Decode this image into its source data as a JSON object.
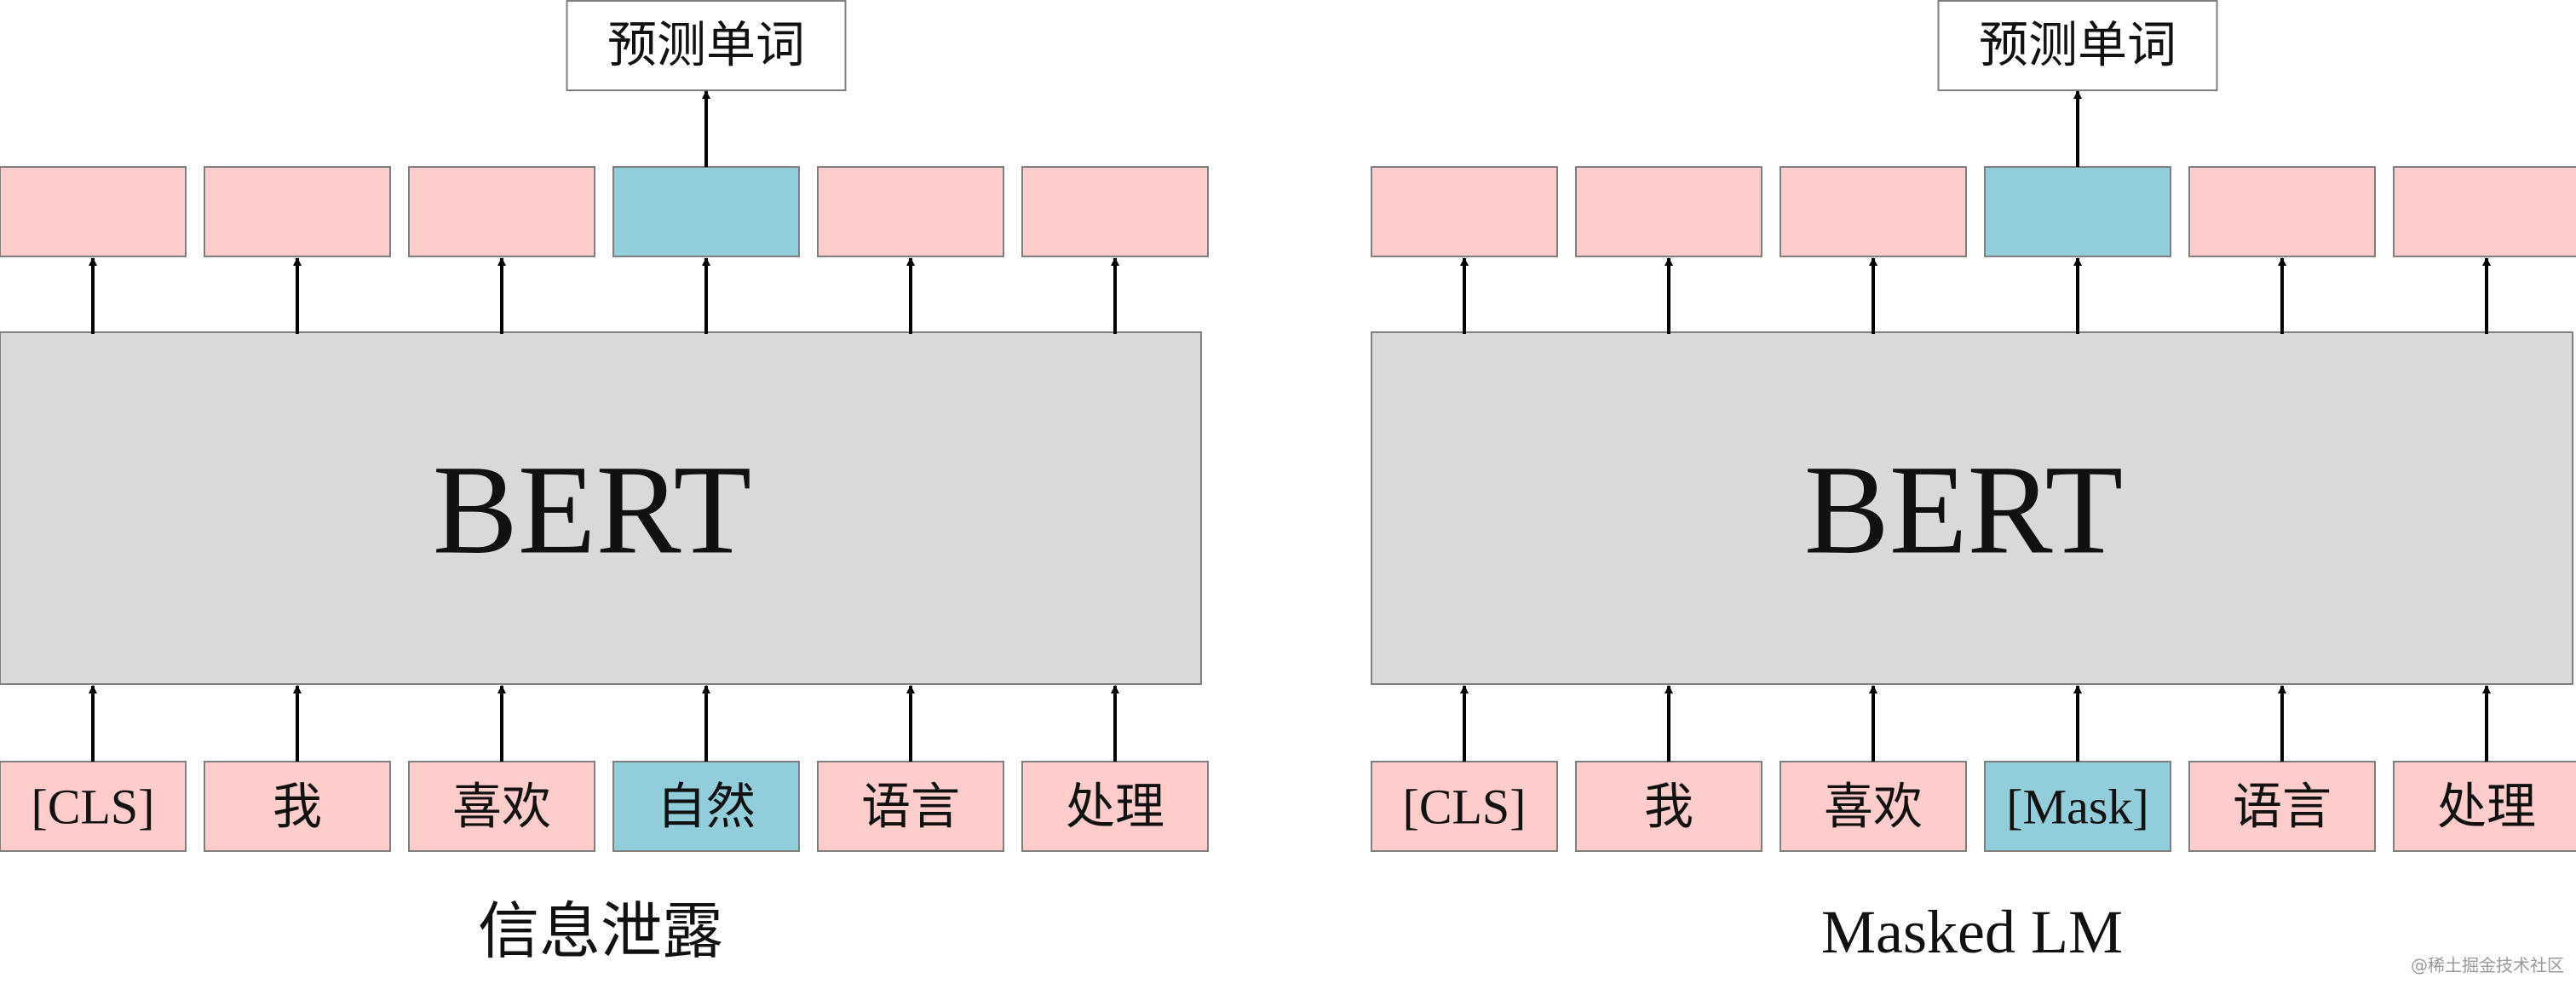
{
  "colors": {
    "token_pink": "#ffcccc",
    "token_blue": "#92cddc",
    "bert_gray": "#d9d9d9",
    "border": "#7f7f7f",
    "arrow": "#000000"
  },
  "panels": [
    {
      "id": "left",
      "caption": "信息泄露",
      "model_label": "BERT",
      "prediction_label": "预测单词",
      "input_tokens": [
        "[CLS]",
        "我",
        "喜欢",
        "自然",
        "语言",
        "处理"
      ],
      "highlight_index": 3
    },
    {
      "id": "right",
      "caption": "Masked LM",
      "model_label": "BERT",
      "prediction_label": "预测单词",
      "input_tokens": [
        "[CLS]",
        "我",
        "喜欢",
        "[Mask]",
        "语言",
        "处理"
      ],
      "highlight_index": 3
    }
  ],
  "watermark": "@稀土掘金技术社区"
}
